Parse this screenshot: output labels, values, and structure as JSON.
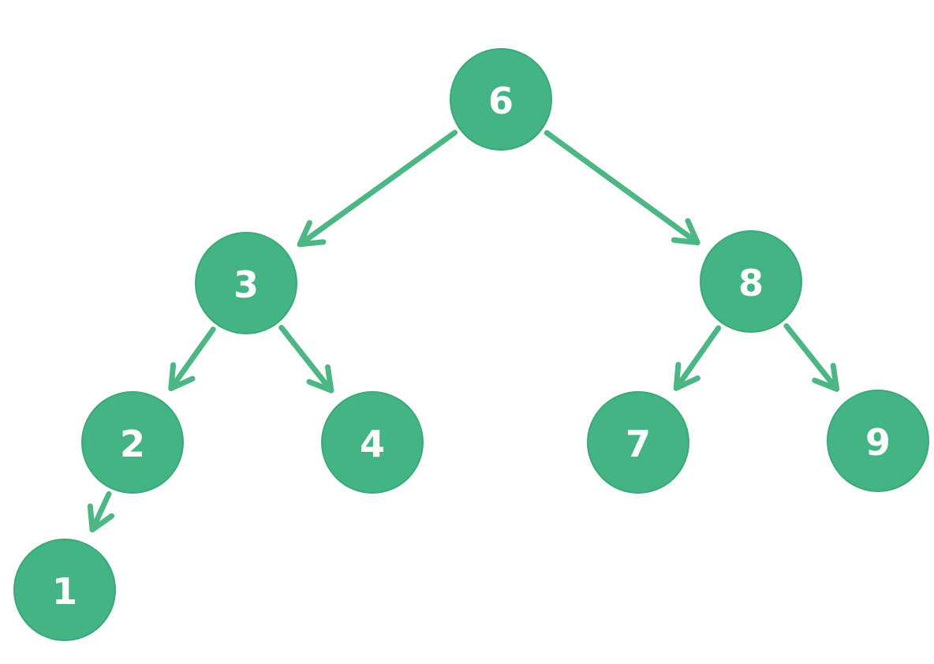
{
  "colors": {
    "node_fill": "#45b484",
    "edge": "#4cb684",
    "label": "#ffffff",
    "background": "#ffffff"
  },
  "tree": {
    "nodes": [
      {
        "id": "n6",
        "label": "6"
      },
      {
        "id": "n3",
        "label": "3"
      },
      {
        "id": "n8",
        "label": "8"
      },
      {
        "id": "n2",
        "label": "2"
      },
      {
        "id": "n4",
        "label": "4"
      },
      {
        "id": "n7",
        "label": "7"
      },
      {
        "id": "n9",
        "label": "9"
      },
      {
        "id": "n1",
        "label": "1"
      }
    ],
    "edges": [
      {
        "from": "n6",
        "to": "n3"
      },
      {
        "from": "n6",
        "to": "n8"
      },
      {
        "from": "n3",
        "to": "n2"
      },
      {
        "from": "n3",
        "to": "n4"
      },
      {
        "from": "n8",
        "to": "n7"
      },
      {
        "from": "n8",
        "to": "n9"
      },
      {
        "from": "n2",
        "to": "n1"
      }
    ]
  }
}
